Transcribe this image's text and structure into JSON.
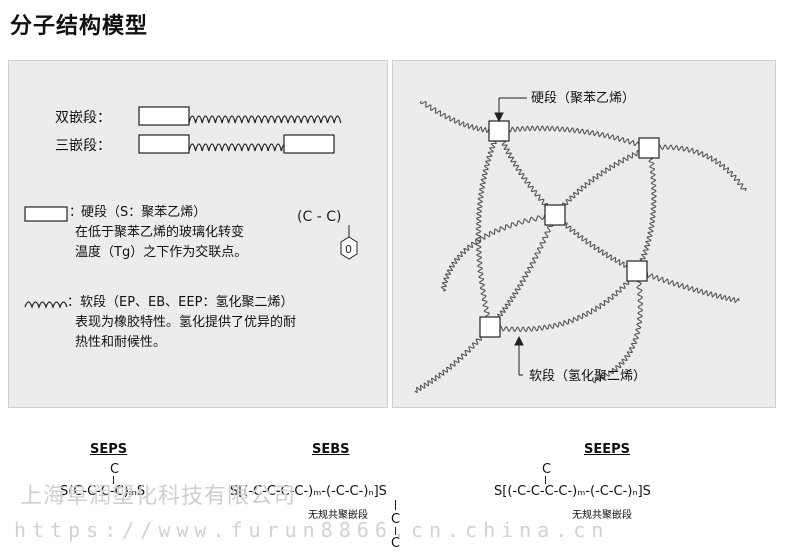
{
  "title": "分子结构模型",
  "left": {
    "diblock_label": "双嵌段：",
    "triblock_label": "三嵌段：",
    "hard_segment_colon": "：",
    "hard_desc_1": "硬段（S：聚苯乙烯）",
    "hard_desc_2": "在低于聚苯乙烯的玻璃化转变",
    "hard_desc_3": "温度（Tg）之下作为交联点。",
    "styrene_unit_text": "(C - C)",
    "phenyl_symbol": "0",
    "soft_desc_1": "：软段（EP、EB、EEP：氢化聚二烯）",
    "soft_desc_2": "表现为橡胶特性。氢化提供了优异的耐",
    "soft_desc_3": "热性和耐候性。"
  },
  "right": {
    "hard_callout": "硬段（聚苯乙烯）",
    "soft_callout": "软段（氢化聚二烯）"
  },
  "formulas": {
    "seps": {
      "name": "SEPS",
      "top_branch": "C",
      "line": "S(C-C-C-C)ₘS"
    },
    "sebs": {
      "name": "SEBS",
      "line": "S[(-C-C-C-C-)ₘ-(-C-C-)ₙ]S",
      "note": "无规共聚嵌段",
      "branch_1": "C",
      "branch_2": "C"
    },
    "seeps": {
      "name": "SEEPS",
      "top_branch": "C",
      "line": "S[(-C-C-C-C-)ₘ-(-C-C-)ₙ]S",
      "note": "无规共聚嵌段"
    }
  },
  "watermarks": {
    "company": "上海阜润塑化科技有限公司",
    "url": "https://www.furun8866.cn.china.cn"
  },
  "colors": {
    "panel_bg": "#ececec",
    "line": "#333333"
  }
}
